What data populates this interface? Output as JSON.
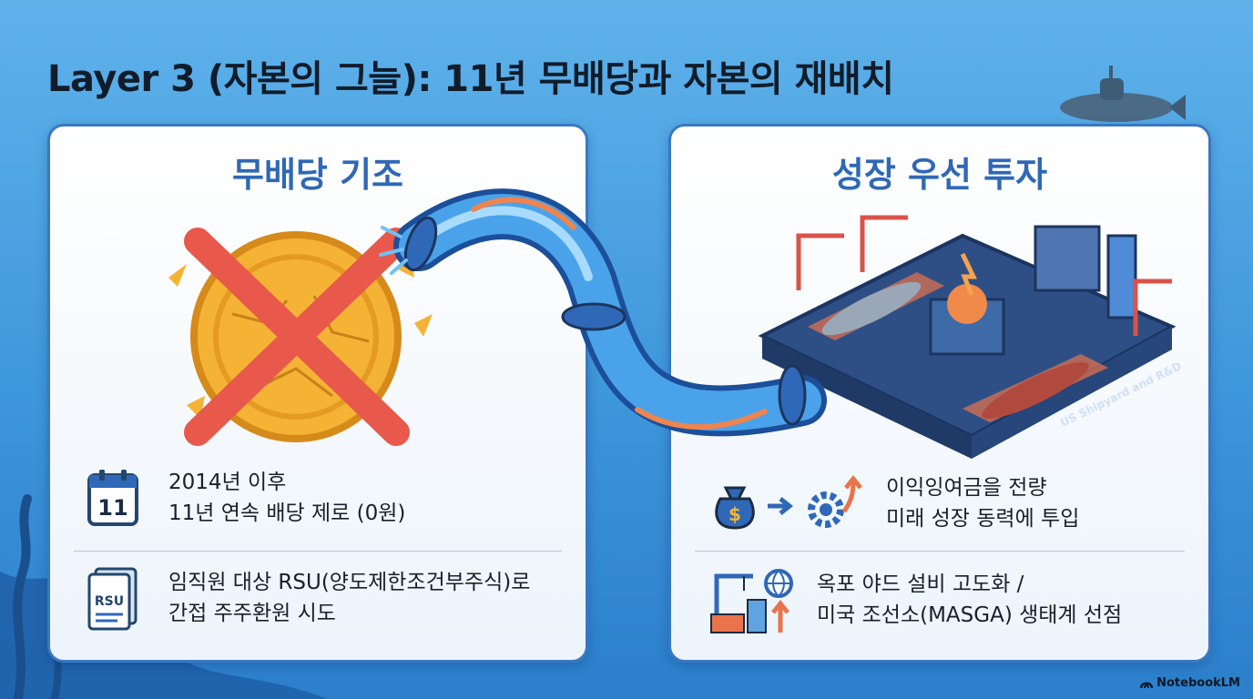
{
  "title": "Layer 3 (자본의 그늘): 11년 무배당과 자본의 재배치",
  "left_panel": {
    "heading": "무배당 기조",
    "items": [
      {
        "icon": "calendar-icon",
        "icon_text": "11",
        "lines": [
          "2014년 이후",
          "11년 연속 배당 제로 (0원)"
        ]
      },
      {
        "icon": "rsu-document-icon",
        "icon_text": "RSU",
        "lines": [
          "임직원 대상 RSU(양도제한조건부주식)로",
          "간접 주주환원 시도"
        ]
      }
    ]
  },
  "right_panel": {
    "heading": "성장 우선 투자",
    "illustration_label": "US Shipyard and R&D",
    "items": [
      {
        "icon": "money-bag-to-gear-icon",
        "lines": [
          "이익잉여금을 전량",
          "미래 성장 동력에 투입"
        ]
      },
      {
        "icon": "shipyard-crane-globe-icon",
        "lines": [
          "옥포 야드 설비 고도화 /",
          "미국 조선소(MASGA) 생태계 선점"
        ]
      }
    ]
  },
  "brand": "NotebookLM",
  "colors": {
    "accent": "#2f68b6",
    "border": "#3a78c2",
    "cross": "#e8584b",
    "coin": "#f5b335"
  }
}
